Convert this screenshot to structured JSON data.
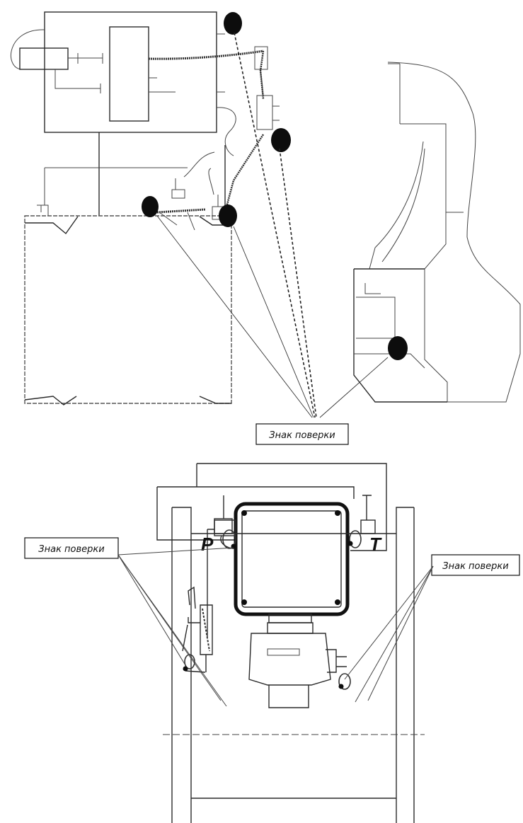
{
  "labels": {
    "seal_mark_top": "Знак поверки",
    "seal_mark_left": "Знак поверки",
    "seal_mark_right": "Знак поверки"
  },
  "letters": {
    "pressure": "P",
    "temperature": "T"
  }
}
